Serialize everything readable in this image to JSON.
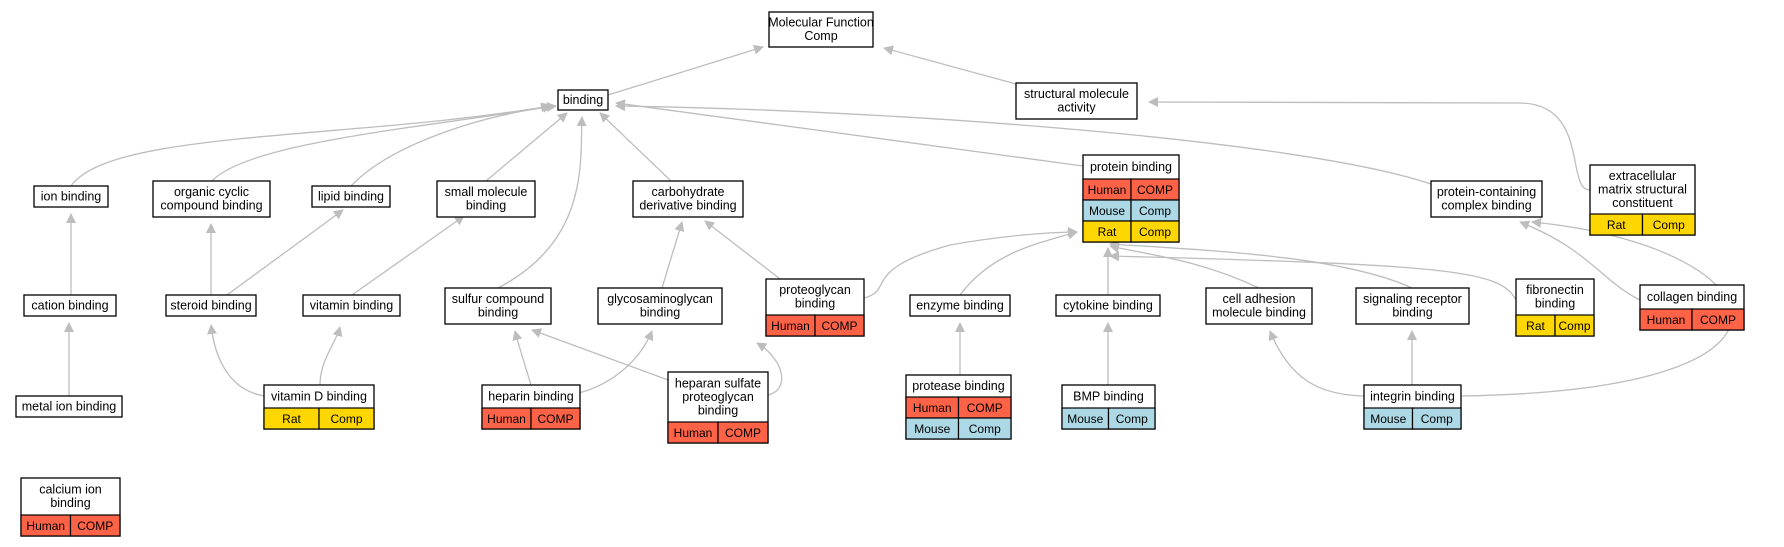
{
  "colors": {
    "edge": "#bdbdbd",
    "human": "#ff6347",
    "mouse": "#add8e6",
    "rat": "#ffd700"
  },
  "nodes": [
    {
      "id": "mf",
      "lines": [
        "Molecular Function",
        "Comp"
      ],
      "badges": []
    },
    {
      "id": "binding",
      "lines": [
        "binding"
      ],
      "badges": []
    },
    {
      "id": "structural",
      "lines": [
        "structural molecule",
        "activity"
      ],
      "badges": []
    },
    {
      "id": "ion",
      "lines": [
        "ion binding"
      ],
      "badges": []
    },
    {
      "id": "organic",
      "lines": [
        "organic cyclic",
        "compound binding"
      ],
      "badges": []
    },
    {
      "id": "lipid",
      "lines": [
        "lipid binding"
      ],
      "badges": []
    },
    {
      "id": "small",
      "lines": [
        "small molecule",
        "binding"
      ],
      "badges": []
    },
    {
      "id": "carb",
      "lines": [
        "carbohydrate",
        "derivative binding"
      ],
      "badges": []
    },
    {
      "id": "protein",
      "lines": [
        "protein binding"
      ],
      "badges": [
        [
          "Human",
          "COMP"
        ],
        [
          "Mouse",
          "Comp"
        ],
        [
          "Rat",
          "Comp"
        ]
      ]
    },
    {
      "id": "complex",
      "lines": [
        "protein-containing",
        "complex binding"
      ],
      "badges": []
    },
    {
      "id": "ecm",
      "lines": [
        "extracellular",
        "matrix structural",
        "constituent"
      ],
      "badges": [
        [
          "Rat",
          "Comp"
        ]
      ]
    },
    {
      "id": "cation",
      "lines": [
        "cation binding"
      ],
      "badges": []
    },
    {
      "id": "steroid",
      "lines": [
        "steroid binding"
      ],
      "badges": []
    },
    {
      "id": "vitamin",
      "lines": [
        "vitamin binding"
      ],
      "badges": []
    },
    {
      "id": "sulfur",
      "lines": [
        "sulfur compound",
        "binding"
      ],
      "badges": []
    },
    {
      "id": "gag",
      "lines": [
        "glycosaminoglycan",
        "binding"
      ],
      "badges": []
    },
    {
      "id": "proteoglycan",
      "lines": [
        "proteoglycan",
        "binding"
      ],
      "badges": [
        [
          "Human",
          "COMP"
        ]
      ]
    },
    {
      "id": "enzyme",
      "lines": [
        "enzyme binding"
      ],
      "badges": []
    },
    {
      "id": "cytokine",
      "lines": [
        "cytokine binding"
      ],
      "badges": []
    },
    {
      "id": "celladh",
      "lines": [
        "cell adhesion",
        "molecule binding"
      ],
      "badges": []
    },
    {
      "id": "signaling",
      "lines": [
        "signaling receptor",
        "binding"
      ],
      "badges": []
    },
    {
      "id": "fibronectin",
      "lines": [
        "fibronectin",
        "binding"
      ],
      "badges": [
        [
          "Rat",
          "Comp"
        ]
      ]
    },
    {
      "id": "collagen",
      "lines": [
        "collagen binding"
      ],
      "badges": [
        [
          "Human",
          "COMP"
        ]
      ]
    },
    {
      "id": "metal",
      "lines": [
        "metal ion binding"
      ],
      "badges": []
    },
    {
      "id": "vitd",
      "lines": [
        "vitamin D binding"
      ],
      "badges": [
        [
          "Rat",
          "Comp"
        ]
      ]
    },
    {
      "id": "heparin",
      "lines": [
        "heparin binding"
      ],
      "badges": [
        [
          "Human",
          "COMP"
        ]
      ]
    },
    {
      "id": "hspg",
      "lines": [
        "heparan sulfate",
        "proteoglycan",
        "binding"
      ],
      "badges": [
        [
          "Human",
          "COMP"
        ]
      ]
    },
    {
      "id": "protease",
      "lines": [
        "protease binding"
      ],
      "badges": [
        [
          "Human",
          "COMP"
        ],
        [
          "Mouse",
          "Comp"
        ]
      ]
    },
    {
      "id": "bmp",
      "lines": [
        "BMP binding"
      ],
      "badges": [
        [
          "Mouse",
          "Comp"
        ]
      ]
    },
    {
      "id": "integrin",
      "lines": [
        "integrin binding"
      ],
      "badges": [
        [
          "Mouse",
          "Comp"
        ]
      ]
    },
    {
      "id": "calcium",
      "lines": [
        "calcium ion",
        "binding"
      ],
      "badges": [
        [
          "Human",
          "COMP"
        ]
      ]
    }
  ]
}
